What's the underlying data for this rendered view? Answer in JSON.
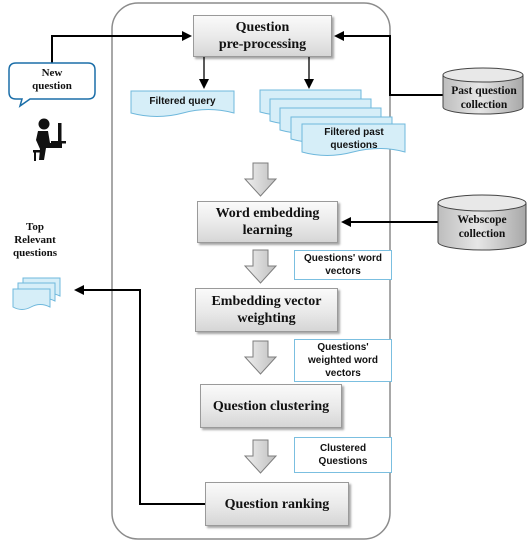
{
  "steps": {
    "preprocessing": "Question\npre-processing",
    "word_embedding": "Word embedding\nlearning",
    "vector_weighting": "Embedding vector\nweighting",
    "clustering": "Question clustering",
    "ranking": "Question ranking"
  },
  "outputs": {
    "filtered_query": "Filtered query",
    "filtered_past_questions": "Filtered past\nquestions",
    "word_vectors": "Questions' word\nvectors",
    "weighted_vectors": "Questions'\nweighted word\nvectors",
    "clustered": "Clustered\nQuestions"
  },
  "sources": {
    "past_collection": "Past question\ncollection",
    "webscope_collection": "Webscope\ncollection"
  },
  "user": {
    "new_question": "New\nquestion",
    "top_relevant": "Top\nRelevant\nquestions",
    "icon": "user-at-computer-icon"
  },
  "colors": {
    "doc_fill": "#d6eef8",
    "doc_border": "#6fb8dc",
    "cylinder_fill": "#d9d9d9",
    "arrow": "#000000",
    "down_arrow": "#d0d0d0"
  }
}
